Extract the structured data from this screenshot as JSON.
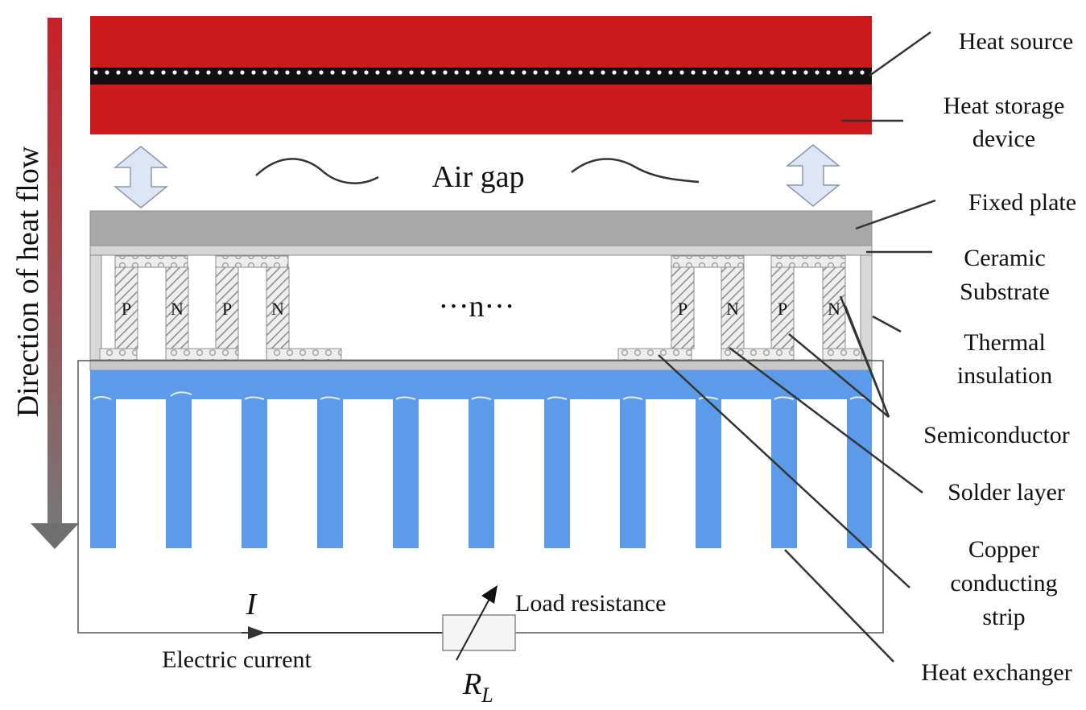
{
  "labels": {
    "heat_source": "Heat source",
    "heat_storage_1": "Heat storage",
    "heat_storage_2": "device",
    "fixed_plate": "Fixed plate",
    "ceramic_1": "Ceramic",
    "ceramic_2": "Substrate",
    "thermal_1": "Thermal",
    "thermal_2": "insulation",
    "semiconductor": "Semiconductor",
    "solder": "Solder layer",
    "copper_1": "Copper",
    "copper_2": "conducting",
    "copper_3": "strip",
    "heat_exchanger": "Heat exchanger",
    "air_gap": "Air gap",
    "direction": "Direction of heat flow",
    "ellipsis": "···n···",
    "current_symbol": "I",
    "electric_current": "Electric current",
    "load_resistance": "Load resistance",
    "resistor_symbol": "R",
    "resistor_subscript": "L"
  },
  "legs": [
    "P",
    "N",
    "P",
    "N",
    "P",
    "N",
    "P",
    "N"
  ],
  "colors": {
    "heat_storage": "#cc1a1c",
    "heat_exchanger": "#5b9bea",
    "fixed_plate": "#a8a8a8",
    "arrow": "#dde6f6"
  }
}
